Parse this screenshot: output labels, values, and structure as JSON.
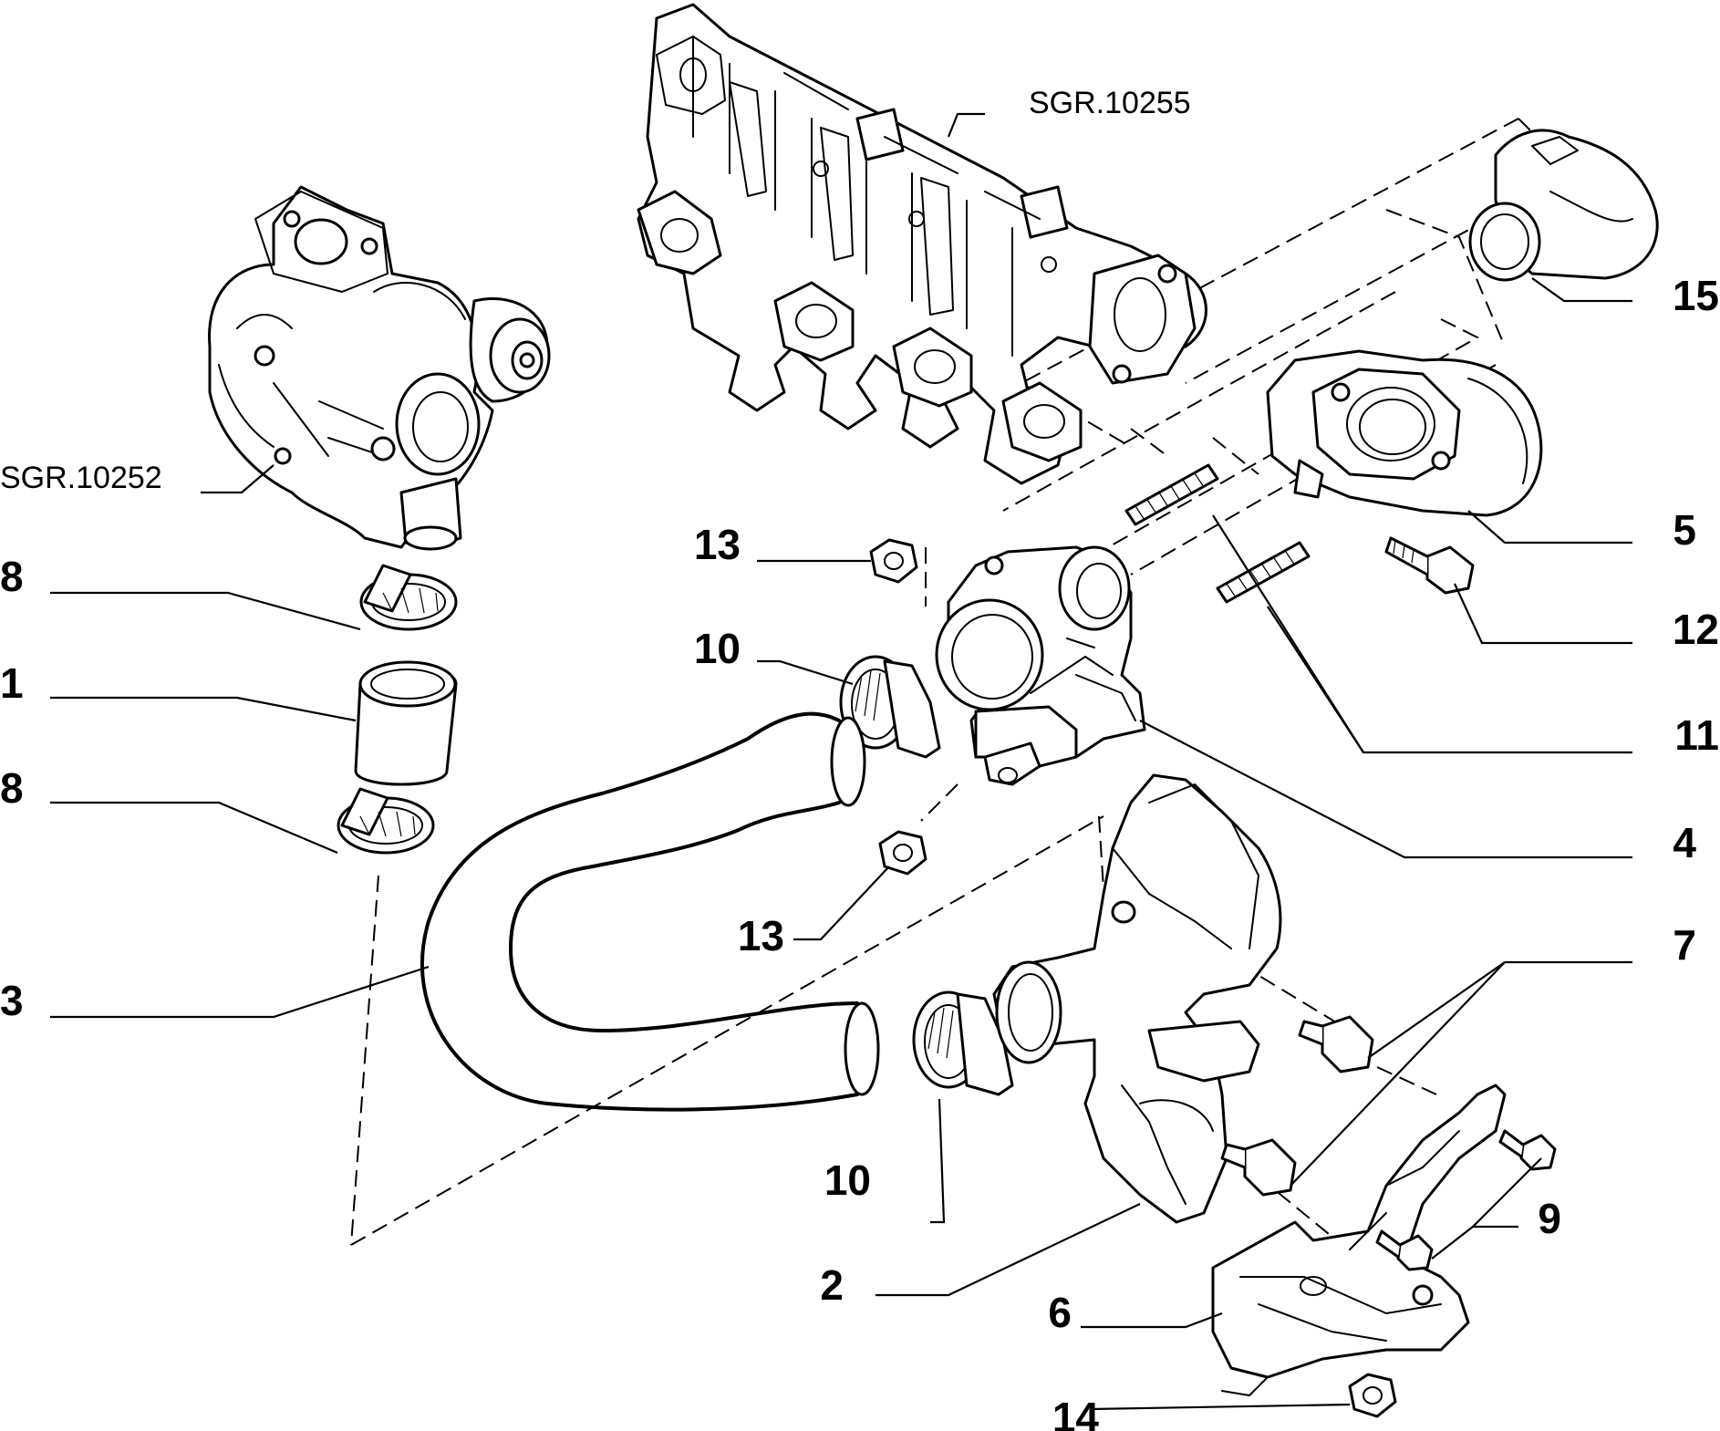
{
  "references": {
    "turbocharger_ref": "SGR.10252",
    "manifold_ref": "SGR.10255"
  },
  "callouts": [
    {
      "id": "c1",
      "label": "1"
    },
    {
      "id": "c2",
      "label": "2"
    },
    {
      "id": "c3",
      "label": "3"
    },
    {
      "id": "c4",
      "label": "4"
    },
    {
      "id": "c5",
      "label": "5"
    },
    {
      "id": "c6",
      "label": "6"
    },
    {
      "id": "c7",
      "label": "7"
    },
    {
      "id": "c8a",
      "label": "8"
    },
    {
      "id": "c8b",
      "label": "8"
    },
    {
      "id": "c9",
      "label": "9"
    },
    {
      "id": "c10a",
      "label": "10"
    },
    {
      "id": "c10b",
      "label": "10"
    },
    {
      "id": "c11",
      "label": "11"
    },
    {
      "id": "c12",
      "label": "12"
    },
    {
      "id": "c13a",
      "label": "13"
    },
    {
      "id": "c13b",
      "label": "13"
    },
    {
      "id": "c14",
      "label": "14"
    },
    {
      "id": "c15",
      "label": "15"
    }
  ]
}
